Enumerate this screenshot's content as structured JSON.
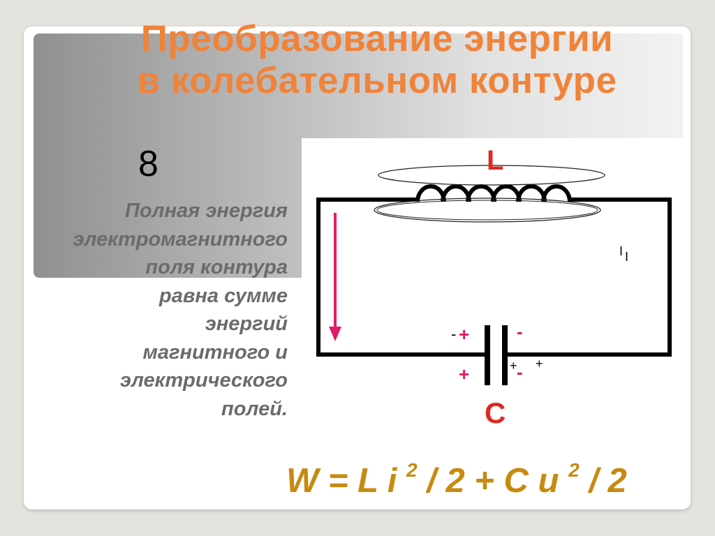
{
  "slide": {
    "title_line1": "Преобразование энергии",
    "title_line2": "в колебательном контуре",
    "number": "8",
    "body_lines": [
      "Полная энергия",
      "электромагнитного",
      "поля контура",
      "равна сумме",
      "энергий",
      "магнитного и",
      "электрического",
      "полей."
    ]
  },
  "diagram": {
    "inductor_label": "L",
    "capacitor_label": "C",
    "current_label": "I",
    "current_sub": "I",
    "left_plate_top_signs": [
      "-",
      "+"
    ],
    "left_plate_bottom_sign": "+",
    "right_plate_top_sign": "-",
    "right_plate_bottom_sign": "-",
    "extra_plus_1": "+",
    "extra_plus_2": "+",
    "colors": {
      "wire": "#000000",
      "accent": "#e3196b",
      "label": "#dd2b22"
    }
  },
  "formula": {
    "lhs": "W",
    "eq": "= L i",
    "exp1": "2",
    "mid": "/ 2 + C u",
    "exp2": "2",
    "end": "/ 2"
  }
}
